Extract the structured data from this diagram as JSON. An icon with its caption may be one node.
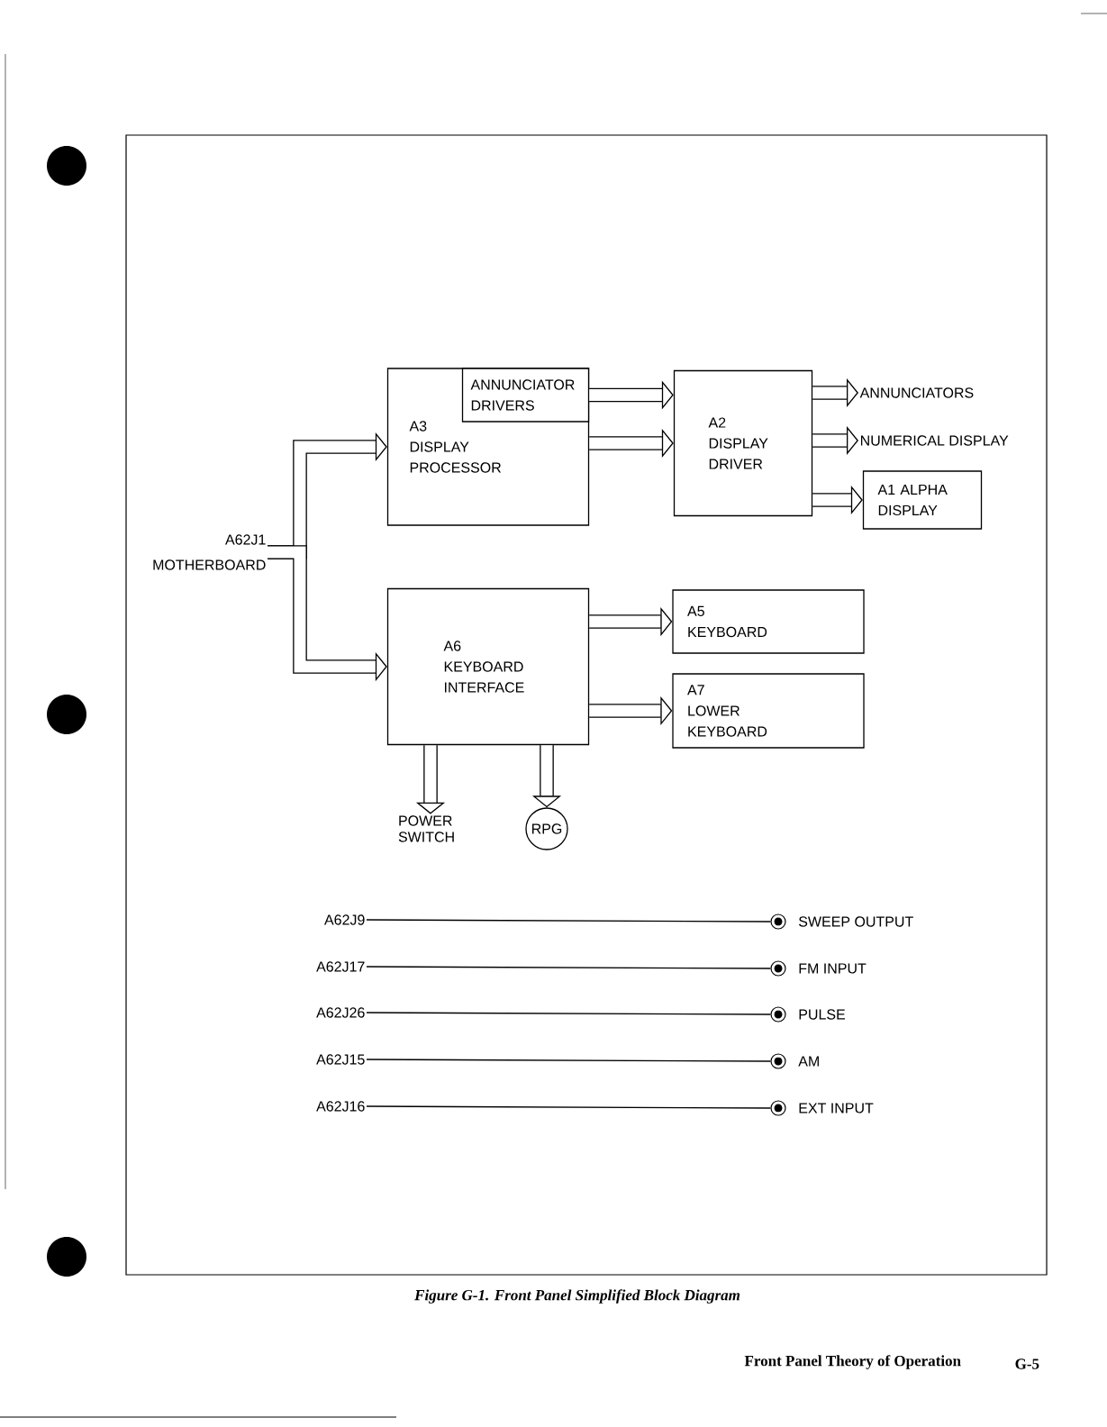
{
  "diagram": {
    "caption": "Figure G-1. Front Panel Simplified Block Diagram",
    "nodes": [
      {
        "text": [
          "A3",
          "DISPLAY PROCESSOR"
        ]
      },
      {
        "text": [
          "ANNUNCIATOR DRIVERS"
        ],
        "in": 0
      },
      {
        "text": [
          "A2",
          "DISPLAY DRIVER"
        ]
      },
      {
        "text": [
          "ANNUNCIATORS"
        ]
      },
      {
        "text": [
          "NUMERICAL DISPLAY"
        ]
      },
      {
        "text": [
          "A1 ALPHA DISPLAY"
        ]
      },
      {
        "text": [
          "A62J1",
          "MOTHERBOARD"
        ]
      },
      {
        "text": [
          "A6",
          "KEYBOARD INTERFACE"
        ]
      },
      {
        "text": [
          "A5",
          "KEYBOARD"
        ]
      },
      {
        "text": [
          "A7",
          "LOWER KEYBOARD"
        ]
      },
      {
        "text": [
          "POWER SWITCH"
        ]
      },
      {
        "text": [
          "RPG"
        ]
      },
      {
        "text": [
          "A62J9"
        ]
      },
      {
        "text": [
          "A62J17"
        ]
      },
      {
        "text": [
          "A62J26"
        ]
      },
      {
        "text": [
          "A62J15"
        ]
      },
      {
        "text": [
          "A62J16"
        ]
      },
      {
        "text": [],
        "shape": "circle",
        "beside": [
          "SWEEP OUTPUT"
        ]
      },
      {
        "text": [],
        "shape": "circle",
        "beside": [
          "FM INPUT"
        ]
      },
      {
        "text": [],
        "shape": "circle",
        "beside": [
          "PULSE"
        ]
      },
      {
        "text": [],
        "shape": "circle",
        "beside": [
          "AM"
        ]
      },
      {
        "text": [],
        "shape": "circle",
        "beside": [
          "EXT INPUT"
        ]
      }
    ],
    "edges": [
      {
        "from": 6,
        "to": 0,
        "arrow": "to"
      },
      {
        "from": 6,
        "to": 7,
        "arrow": "to"
      },
      {
        "from": 1,
        "to": 2,
        "arrow": "to"
      },
      {
        "from": 0,
        "to": 2,
        "arrow": "to"
      },
      {
        "from": 2,
        "to": 3,
        "arrow": "to"
      },
      {
        "from": 2,
        "to": 4,
        "arrow": "to"
      },
      {
        "from": 2,
        "to": 5,
        "arrow": "to"
      },
      {
        "from": 7,
        "to": 8,
        "arrow": "to"
      },
      {
        "from": 7,
        "to": 9,
        "arrow": "to"
      },
      {
        "from": 7,
        "to": 10,
        "arrow": "to"
      },
      {
        "from": 7,
        "to": 11,
        "arrow": "to"
      },
      {
        "from": 12,
        "to": 17,
        "arrow": "none"
      },
      {
        "from": 13,
        "to": 18,
        "arrow": "none"
      },
      {
        "from": 14,
        "to": 19,
        "arrow": "none"
      },
      {
        "from": 15,
        "to": 20,
        "arrow": "none"
      },
      {
        "from": 16,
        "to": 21,
        "arrow": "none"
      }
    ],
    "labels": [
      "Front Panel Theory of Operation",
      "G-5"
    ]
  }
}
